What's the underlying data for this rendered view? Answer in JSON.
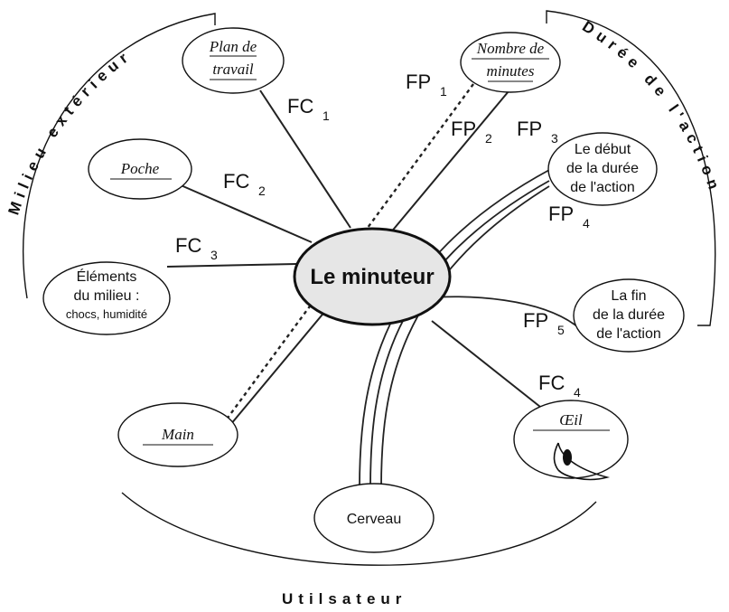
{
  "center": {
    "label": "Le minuteur"
  },
  "nodes": {
    "plan_de_travail": {
      "line1": "Plan de",
      "line2": "travail"
    },
    "nombre_de_minutes": {
      "line1": "Nombre de",
      "line2": "minutes"
    },
    "poche": {
      "line1": "Poche"
    },
    "debut_duree": {
      "line1": "Le début",
      "line2": "de la durée",
      "line3": "de l'action"
    },
    "elements_milieu": {
      "line1": "Éléments",
      "line2": "du milieu :",
      "line3": "chocs, humidité"
    },
    "fin_duree": {
      "line1": "La fin",
      "line2": "de la durée",
      "line3": "de l'action"
    },
    "main": {
      "line1": "Main"
    },
    "oeil": {
      "line1": "Œil"
    },
    "cerveau": {
      "line1": "Cerveau"
    }
  },
  "functions": {
    "fc1": {
      "base": "FC",
      "sub": "1"
    },
    "fc2": {
      "base": "FC",
      "sub": "2"
    },
    "fc3": {
      "base": "FC",
      "sub": "3"
    },
    "fc4": {
      "base": "FC",
      "sub": "4"
    },
    "fp1": {
      "base": "FP",
      "sub": "1"
    },
    "fp2": {
      "base": "FP",
      "sub": "2"
    },
    "fp3": {
      "base": "FP",
      "sub": "3"
    },
    "fp4": {
      "base": "FP",
      "sub": "4"
    },
    "fp5": {
      "base": "FP",
      "sub": "5"
    }
  },
  "groups": {
    "milieu_exterieur": "Milieu extérieur",
    "duree_action": "Durée de l'action",
    "utilisateur": "Utilsateur"
  }
}
